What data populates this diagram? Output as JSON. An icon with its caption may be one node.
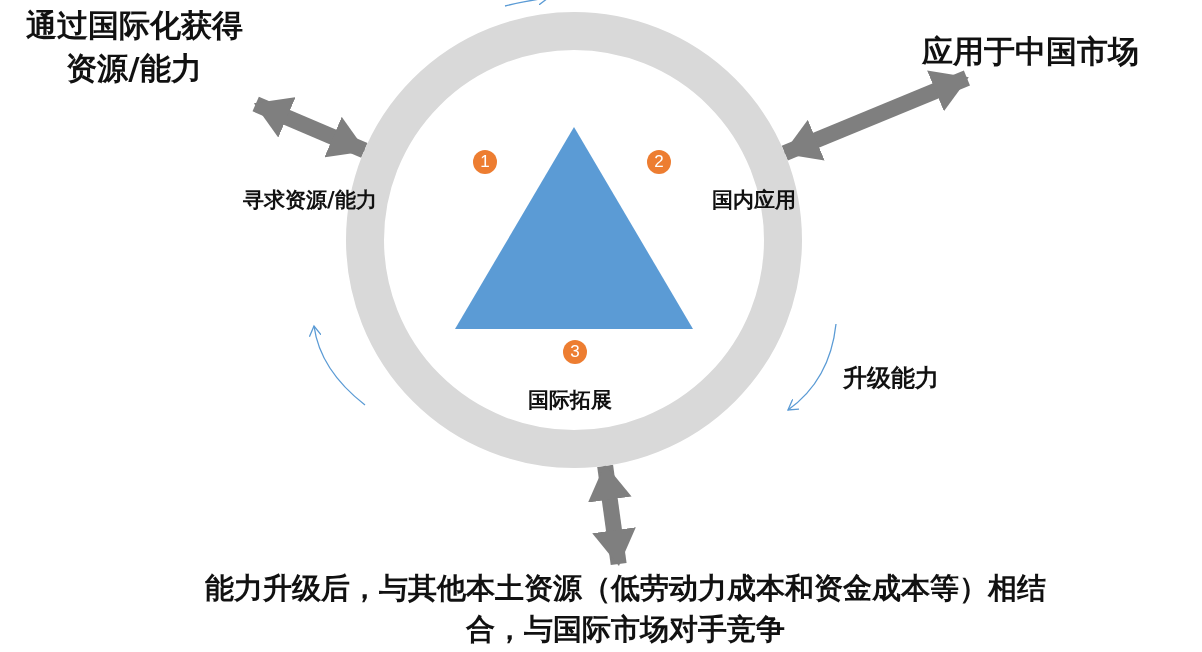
{
  "diagram": {
    "nodes": [
      {
        "text": [],
        "shape": "circle"
      },
      {
        "text": [
          "通过国际化获得资源/能力"
        ]
      },
      {
        "text": [
          "应用于中国市场"
        ]
      },
      {
        "text": [
          "能力升级后，与其他本土资源（低劳动力成本和资金成本等）相结合，与国际市场对手竞争"
        ]
      },
      {
        "text": [],
        "shape": "triangle",
        "in": 0
      },
      {
        "text": [
          "1"
        ],
        "in": 0
      },
      {
        "text": [
          "2"
        ],
        "in": 0
      },
      {
        "text": [
          "3"
        ],
        "in": 0
      }
    ],
    "edges": [
      {
        "from": 0,
        "to": 1,
        "arrow": "both"
      },
      {
        "from": 0,
        "to": 2,
        "arrow": "both"
      },
      {
        "from": 0,
        "to": 3,
        "arrow": "both"
      }
    ],
    "labels": [
      "寻求资源/能力",
      "国内应用",
      "升级能力",
      "国际拓展"
    ]
  }
}
